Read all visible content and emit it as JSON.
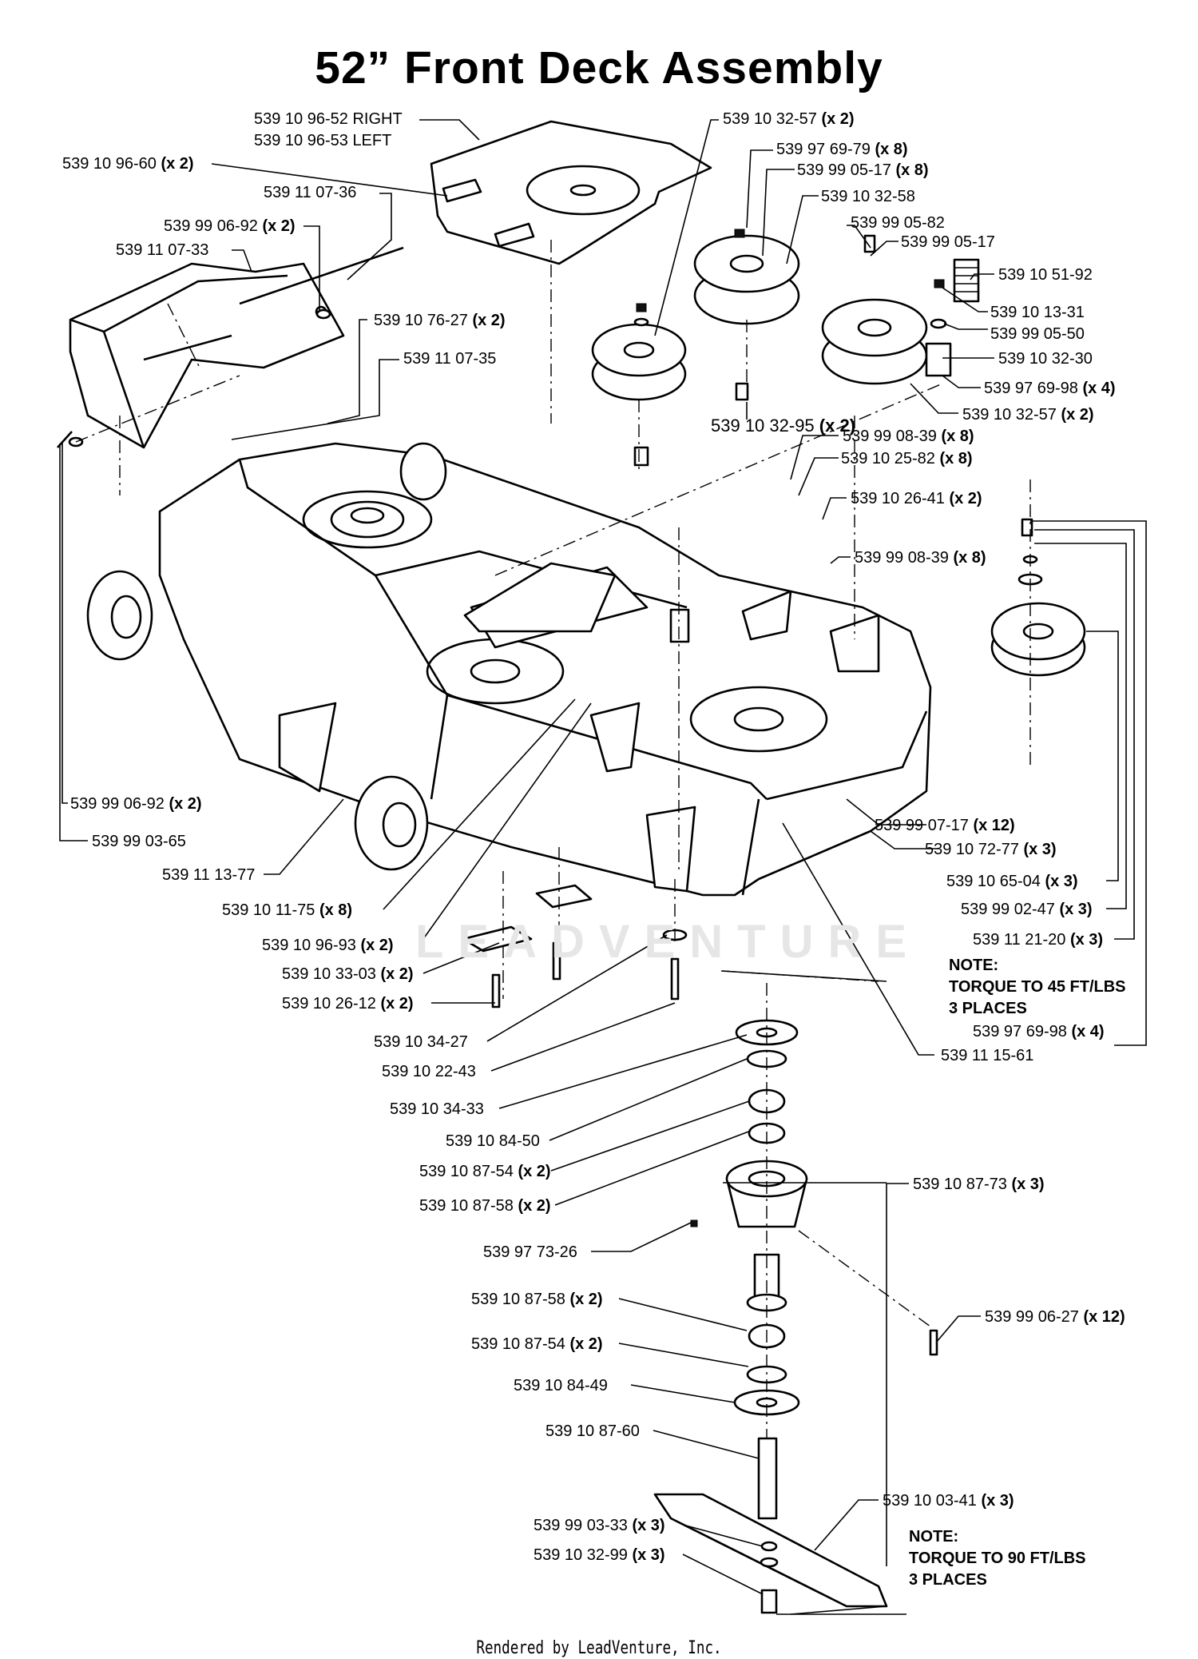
{
  "title": "52” Front Deck Assembly",
  "watermark": "LEADVENTURE",
  "footer": "Rendered by LeadVenture, Inc.",
  "labels": [
    {
      "id": "l01",
      "part": "539 10 96-52 RIGHT",
      "qty": ""
    },
    {
      "id": "l02",
      "part": "539 10 96-53 LEFT",
      "qty": ""
    },
    {
      "id": "l03",
      "part": "539 10 96-60",
      "qty": "(x 2)"
    },
    {
      "id": "l04",
      "part": "539 11 07-36",
      "qty": ""
    },
    {
      "id": "l05",
      "part": "539 99 06-92",
      "qty": "(x 2)"
    },
    {
      "id": "l06",
      "part": "539 11 07-33",
      "qty": ""
    },
    {
      "id": "l07",
      "part": "539 10 76-27",
      "qty": "(x 2)"
    },
    {
      "id": "l08",
      "part": "539 11 07-35",
      "qty": ""
    },
    {
      "id": "l09",
      "part": "539 10 32-57",
      "qty": "(x 2)"
    },
    {
      "id": "l10",
      "part": "539 97 69-79",
      "qty": "(x 8)"
    },
    {
      "id": "l11",
      "part": "539 99 05-17",
      "qty": "(x 8)"
    },
    {
      "id": "l12",
      "part": "539 10 32-58",
      "qty": ""
    },
    {
      "id": "l13",
      "part": "539 99 05-82",
      "qty": ""
    },
    {
      "id": "l14",
      "part": "539 99 05-17",
      "qty": ""
    },
    {
      "id": "l15",
      "part": "539 10 51-92",
      "qty": ""
    },
    {
      "id": "l16",
      "part": "539 10 13-31",
      "qty": ""
    },
    {
      "id": "l17",
      "part": "539 99 05-50",
      "qty": ""
    },
    {
      "id": "l18",
      "part": "539 10 32-30",
      "qty": ""
    },
    {
      "id": "l19",
      "part": "539 97 69-98",
      "qty": "(x 4)"
    },
    {
      "id": "l20",
      "part": "539 10 32-57",
      "qty": "(x 2)"
    },
    {
      "id": "l21",
      "part": "539 10 32-95",
      "qty": "(x 2)"
    },
    {
      "id": "l22",
      "part": "539 99 08-39",
      "qty": "(x 8)"
    },
    {
      "id": "l23",
      "part": "539 10 25-82",
      "qty": "(x 8)"
    },
    {
      "id": "l24",
      "part": "539 10 26-41",
      "qty": "(x 2)"
    },
    {
      "id": "l25",
      "part": "539 99 08-39",
      "qty": "(x 8)"
    },
    {
      "id": "l26",
      "part": "539 99 06-92",
      "qty": "(x 2)"
    },
    {
      "id": "l27",
      "part": "539 99 03-65",
      "qty": ""
    },
    {
      "id": "l28",
      "part": "539 11 13-77",
      "qty": ""
    },
    {
      "id": "l29",
      "part": "539 10 11-75",
      "qty": "(x 8)"
    },
    {
      "id": "l30",
      "part": "539 10 96-93",
      "qty": "(x 2)"
    },
    {
      "id": "l31",
      "part": "539 10 33-03",
      "qty": "(x 2)"
    },
    {
      "id": "l32",
      "part": "539 10 26-12",
      "qty": "(x 2)"
    },
    {
      "id": "l33",
      "part": "539 99 07-17",
      "qty": "(x 12)"
    },
    {
      "id": "l34",
      "part": "539 10 72-77",
      "qty": "(x 3)"
    },
    {
      "id": "l35",
      "part": "539 10 65-04",
      "qty": "(x 3)"
    },
    {
      "id": "l36",
      "part": "539 99 02-47",
      "qty": "(x 3)"
    },
    {
      "id": "l37",
      "part": "539 11 21-20",
      "qty": "(x 3)"
    },
    {
      "id": "l38",
      "part": "539 97 69-98",
      "qty": "(x 4)"
    },
    {
      "id": "l39",
      "part": "539 11 15-61",
      "qty": ""
    },
    {
      "id": "l40",
      "part": "539 10 34-27",
      "qty": ""
    },
    {
      "id": "l41",
      "part": "539 10 22-43",
      "qty": ""
    },
    {
      "id": "l42",
      "part": "539 10 34-33",
      "qty": ""
    },
    {
      "id": "l43",
      "part": "539 10 84-50",
      "qty": ""
    },
    {
      "id": "l44",
      "part": "539 10 87-54",
      "qty": "(x 2)"
    },
    {
      "id": "l45",
      "part": "539 10 87-58",
      "qty": "(x 2)"
    },
    {
      "id": "l46",
      "part": "539 10 87-73",
      "qty": "(x 3)"
    },
    {
      "id": "l47",
      "part": "539 97 73-26",
      "qty": ""
    },
    {
      "id": "l48",
      "part": "539 99 06-27",
      "qty": "(x 12)"
    },
    {
      "id": "l49",
      "part": "539 10 87-58",
      "qty": "(x 2)"
    },
    {
      "id": "l50",
      "part": "539 10 87-54",
      "qty": "(x 2)"
    },
    {
      "id": "l51",
      "part": "539 10 84-49",
      "qty": ""
    },
    {
      "id": "l52",
      "part": "539 10 87-60",
      "qty": ""
    },
    {
      "id": "l53",
      "part": "539 10 03-41",
      "qty": "(x 3)"
    },
    {
      "id": "l54",
      "part": "539 99 03-33",
      "qty": "(x 3)"
    },
    {
      "id": "l55",
      "part": "539 10 32-99",
      "qty": "(x 3)"
    }
  ],
  "notes": [
    {
      "id": "n1",
      "lines": [
        "NOTE:",
        "TORQUE TO 45 FT/LBS",
        "3 PLACES"
      ]
    },
    {
      "id": "n2",
      "lines": [
        "NOTE:",
        "TORQUE TO 90 FT/LBS",
        "3 PLACES"
      ]
    }
  ]
}
